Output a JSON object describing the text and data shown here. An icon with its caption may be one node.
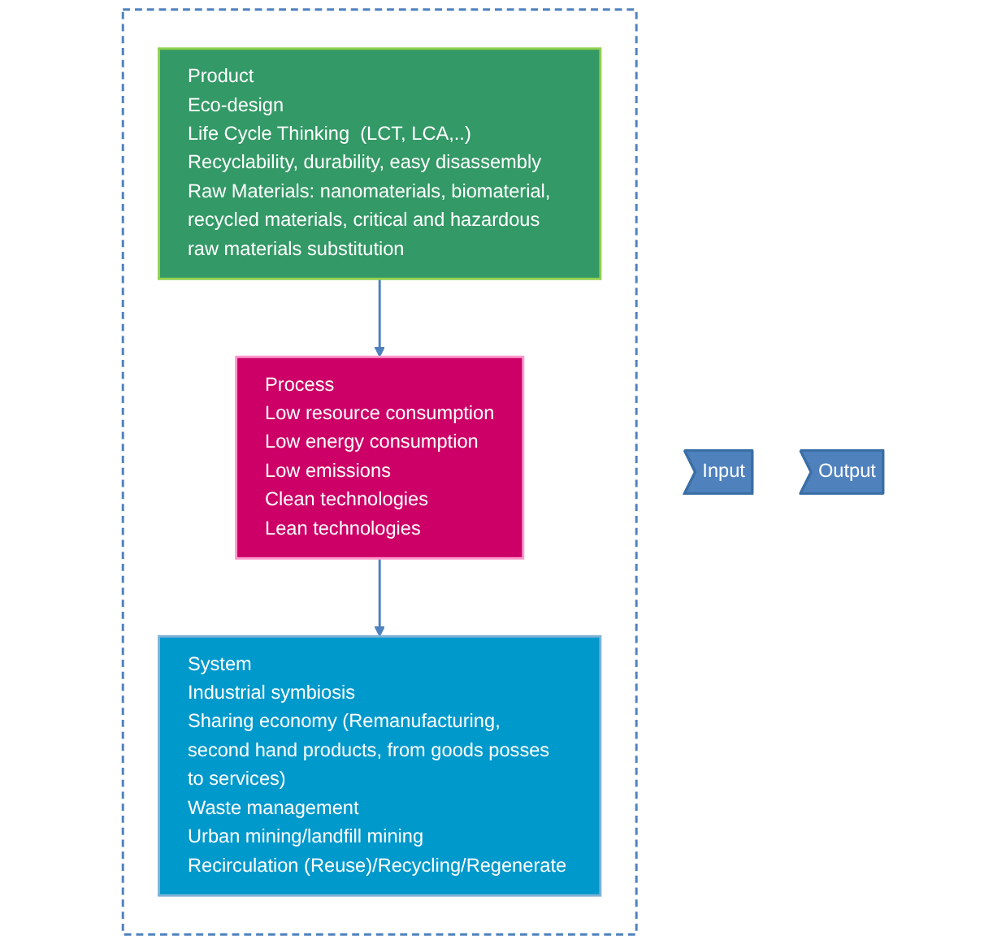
{
  "diagram": {
    "nodes": [
      {
        "text": [
          "Input"
        ]
      },
      {
        "text": [],
        "shape": "box"
      },
      {
        "text": [
          "Product",
          "Eco-design",
          "Life Cycle Thinking  (LCT, LCA,..)",
          "Recyclability, durability, easy disassembly",
          "Raw Materials: nanomaterials, biomaterial, recycled materials, critical and hazardous raw materials substitution"
        ],
        "in": 1
      },
      {
        "text": [
          "Process",
          "Low resource consumption",
          "Low energy consumption",
          "Low emissions",
          "Clean technologies",
          "Lean technologies"
        ],
        "in": 1
      },
      {
        "text": [
          "System",
          "Industrial symbiosis",
          "Sharing economy (Remanufacturing, second hand products, from goods posses to services)",
          "Waste management",
          "Urban mining/landfill mining",
          "Recirculation (Reuse)/Recycling/Regenerate"
        ],
        "in": 1
      },
      {
        "text": [
          "Output"
        ]
      }
    ],
    "edges": [
      {
        "from": 2,
        "to": 3,
        "arrow": "to"
      },
      {
        "from": 3,
        "to": 4,
        "arrow": "to"
      }
    ]
  }
}
